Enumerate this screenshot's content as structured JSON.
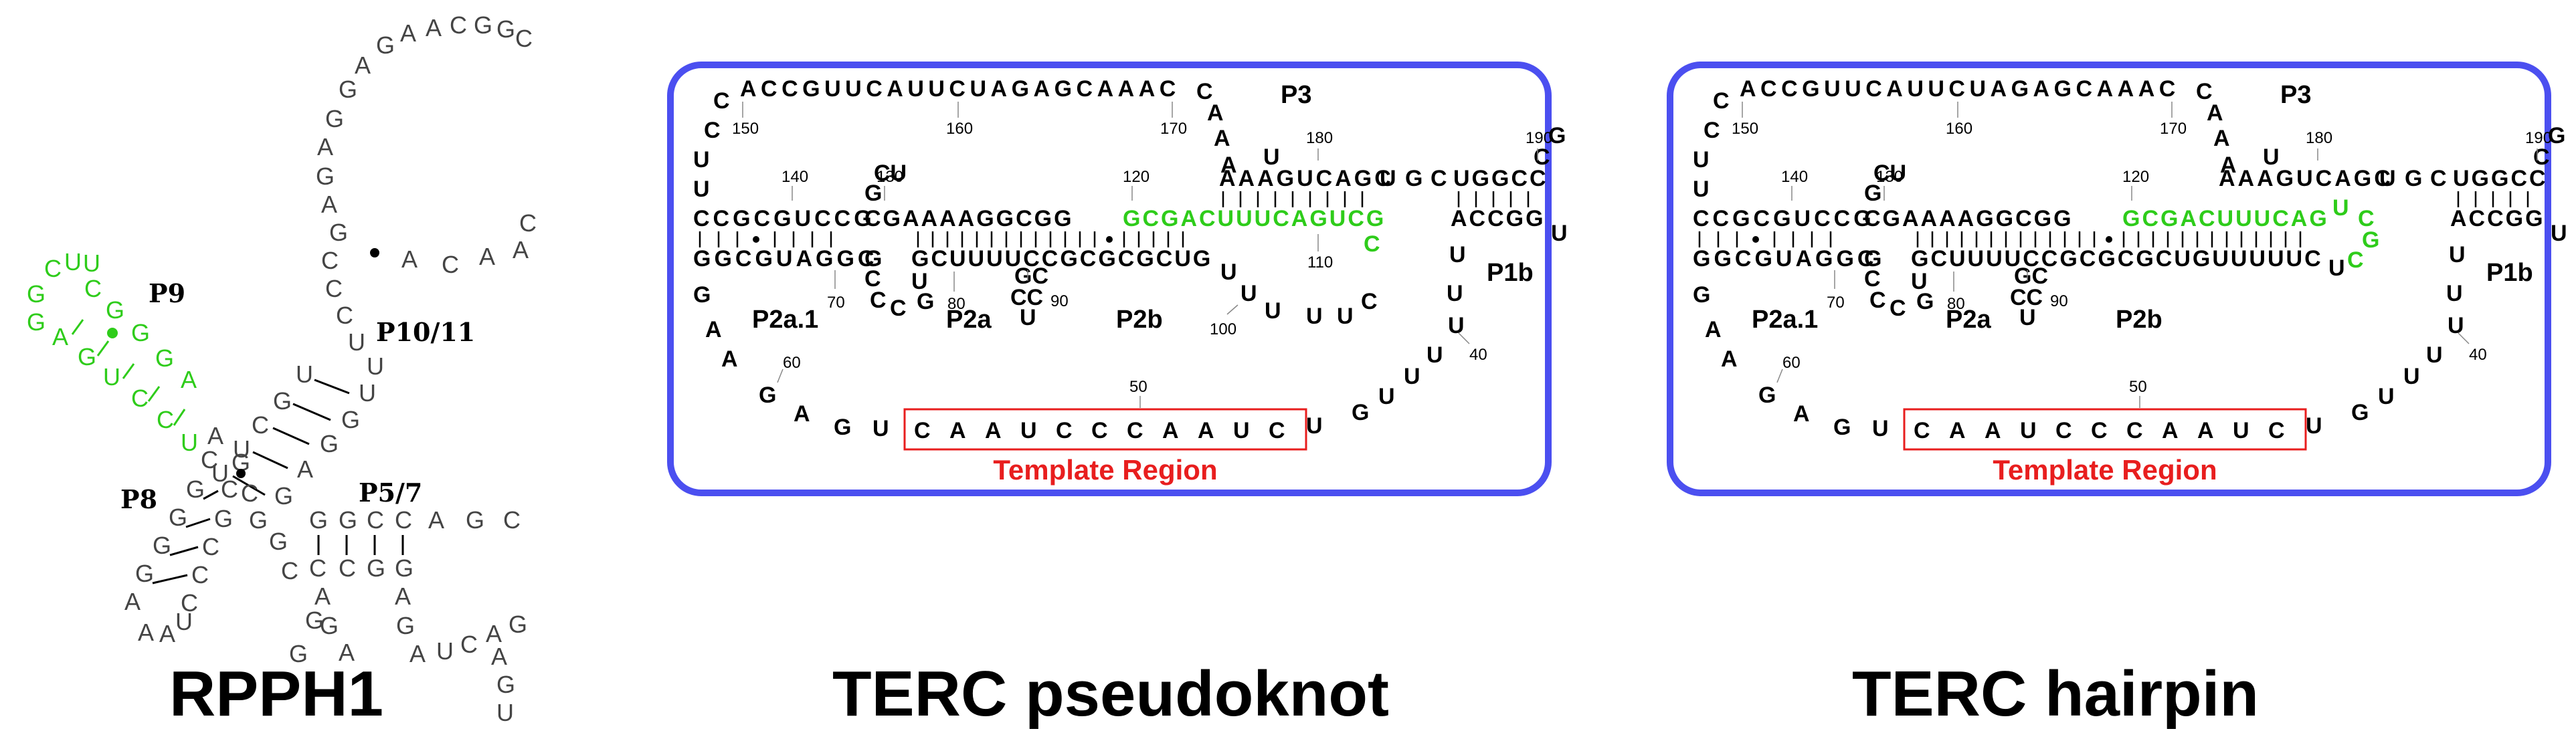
{
  "captions": {
    "rpph1": "RPPH1",
    "pseudoknot": "TERC pseudoknot",
    "hairpin": "TERC hairpin"
  },
  "colors": {
    "frame": "#4b4ff0",
    "template": "#e81e1e",
    "highlight": "#2ecc1a",
    "text": "#000000",
    "rpph_text": "#444444"
  },
  "rpph1": {
    "labels": {
      "p9": "P9",
      "p10_11": "P10/11",
      "p5_7": "P5/7",
      "p8": "P8"
    }
  },
  "terc": {
    "top_loop_seq": "ACCGUUCAUUCUAGAGCAAAC",
    "p2_top": "CCGCGUCCG",
    "p2_bottom": "GGCGUAGGC",
    "p2b_top_black": "CGAAAAGGCGG",
    "p2b_top_green": "GCGACUUUCAGUCG",
    "p2b_bottom": "GCUUUUCCGCGCGCUG",
    "hairpin_top_green": "GCGACUUUCAG",
    "hairpin_bottom": "GCUUUUCCGCGCGCUGUUUUUC",
    "template_seq": [
      "C",
      "A",
      "A",
      "U",
      "C",
      "C",
      "C",
      "A",
      "A",
      "U",
      "C"
    ],
    "template_label": "Template Region",
    "labels": {
      "p3": "P3",
      "p2a1": "P2a.1",
      "p2a": "P2a",
      "p2b": "P2b",
      "p1b": "P1b"
    },
    "numbers": {
      "n150": "150",
      "n160": "160",
      "n170": "170",
      "n180": "180",
      "n190": "190",
      "n140": "140",
      "n130": "130",
      "n120": "120",
      "n110": "110",
      "n100": "100",
      "n90": "90",
      "n80": "80",
      "n70": "70",
      "n60": "60",
      "n50": "50",
      "n40": "40"
    },
    "p1b_top": "UGGCC",
    "p1b_bottom": "ACCGG",
    "p3_pair_top": "AAAGUCAGC",
    "p3_pair_top_hp": "AAAGUCAGC"
  }
}
